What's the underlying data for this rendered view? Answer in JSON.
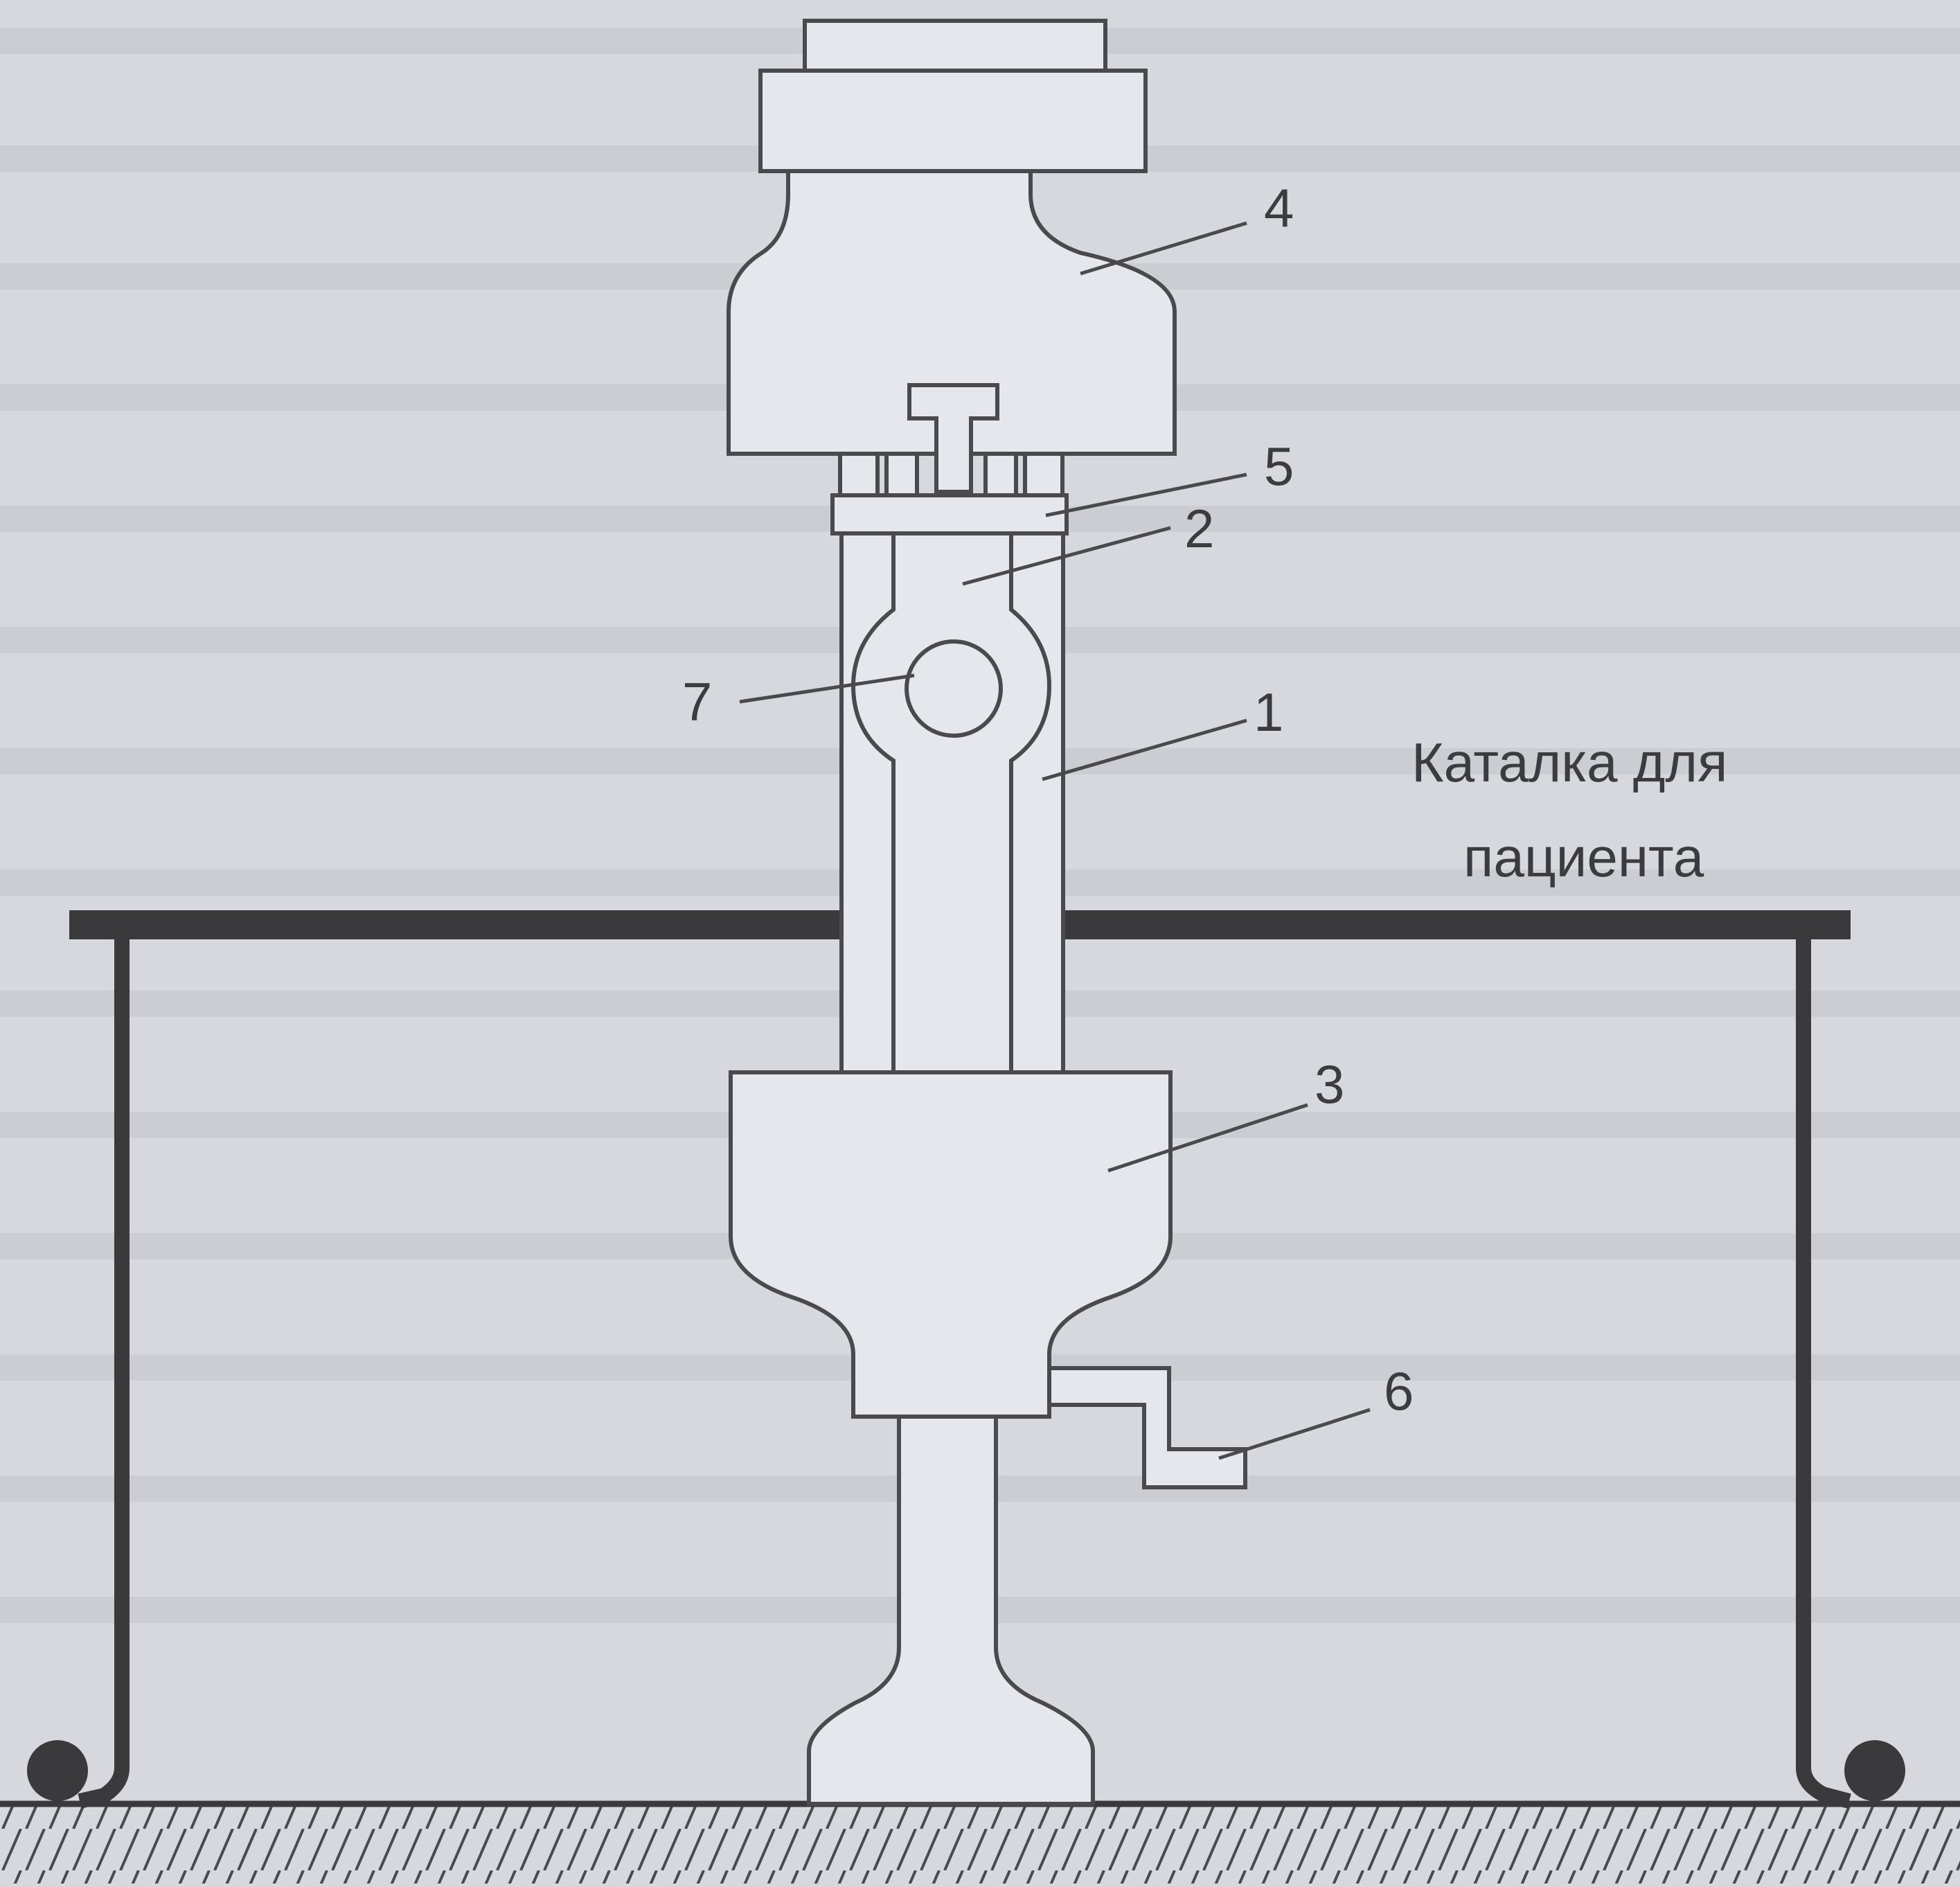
{
  "diagram": {
    "caption_line1": "Каталка для",
    "caption_line2": "пациента",
    "callouts": [
      {
        "id": "callout-4",
        "label": "4"
      },
      {
        "id": "callout-5",
        "label": "5"
      },
      {
        "id": "callout-2",
        "label": "2"
      },
      {
        "id": "callout-7",
        "label": "7"
      },
      {
        "id": "callout-1",
        "label": "1"
      },
      {
        "id": "callout-3",
        "label": "3"
      },
      {
        "id": "callout-6",
        "label": "6"
      }
    ]
  },
  "colors": {
    "background": "#d7d8de",
    "ink": "#4a4a4e",
    "frame": "#3a393b",
    "fill": "#e6e7ec"
  }
}
